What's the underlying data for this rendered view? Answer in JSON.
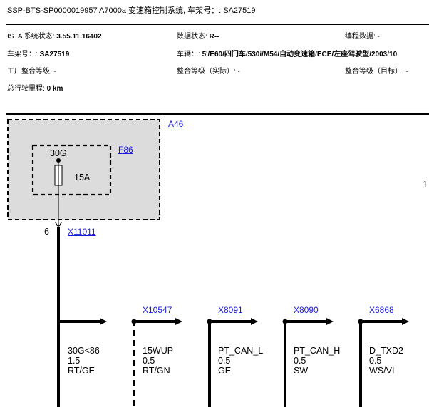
{
  "header": {
    "title": "SSP-BTS-SP0000019957 A7000a 变速箱控制系统, 车架号：: SA27519"
  },
  "info": {
    "ista_label": "ISTA 系统状态:",
    "ista_value": "3.55.11.16402",
    "data_status_label": "数据状态:",
    "data_status_value": "R--",
    "coding_label": "编程数据: -",
    "chassis_label": "车架号：:",
    "chassis_value": "SA27519",
    "vehicle_label": "车辆：:",
    "vehicle_value": "5'/E60/四门车/530i/M54/自动变速箱/ECE/左座驾驶型/2003/10",
    "factory_level": "工厂整合等级: -",
    "actual_level": "整合等级（实际）: -",
    "target_level": "整合等级（目标）: -",
    "mileage_label": "总行驶里程:",
    "mileage_value": "0 km"
  },
  "diagram": {
    "module_id": "A46",
    "fuse_id": "F86",
    "fuse_terminal": "30G",
    "fuse_rating": "15A",
    "page_ref": "1",
    "pin_number": "6",
    "main_connector": "X11011",
    "connectors": [
      "X10547",
      "X8091",
      "X8090",
      "X6868"
    ],
    "branches": [
      {
        "signal": "30G<86",
        "size": "1.5",
        "color": "RT/GE"
      },
      {
        "signal": "15WUP",
        "size": "0.5",
        "color": "RT/GN"
      },
      {
        "signal": "PT_CAN_L",
        "size": "0.5",
        "color": "GE"
      },
      {
        "signal": "PT_CAN_H",
        "size": "0.5",
        "color": "SW"
      },
      {
        "signal": "D_TXD2",
        "size": "0.5",
        "color": "WS/VI"
      }
    ]
  }
}
